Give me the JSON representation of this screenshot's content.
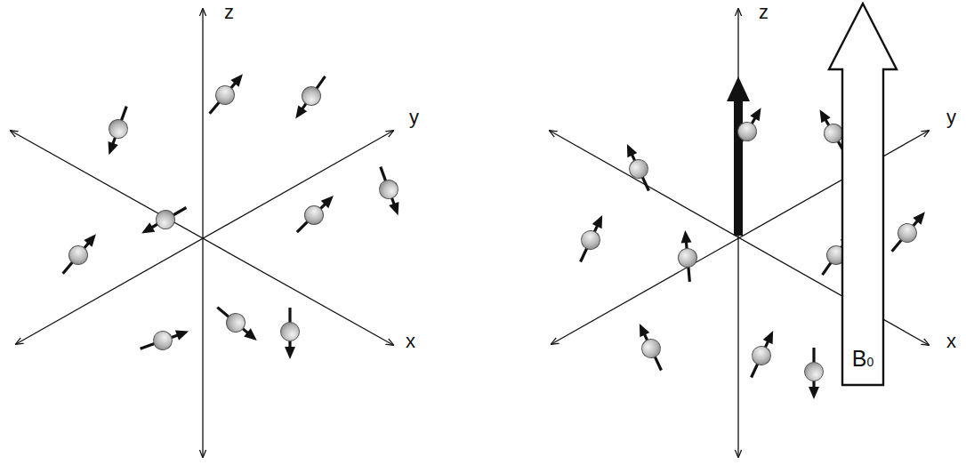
{
  "diagram": {
    "nodes": [
      {
        "text": [
          "B0"
        ]
      }
    ],
    "labels": [
      "z",
      "y",
      "x",
      "z",
      "y",
      "x"
    ]
  }
}
